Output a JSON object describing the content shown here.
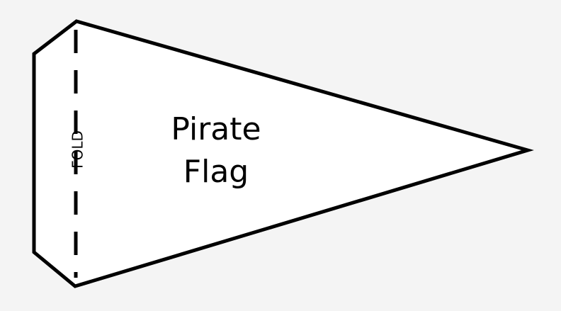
{
  "pennant": {
    "title_line1": "Pirate",
    "title_line2": "Flag",
    "fold_label": "FOLD"
  },
  "colors": {
    "background": "#f4f4f4",
    "fill": "#ffffff",
    "stroke": "#000000"
  }
}
